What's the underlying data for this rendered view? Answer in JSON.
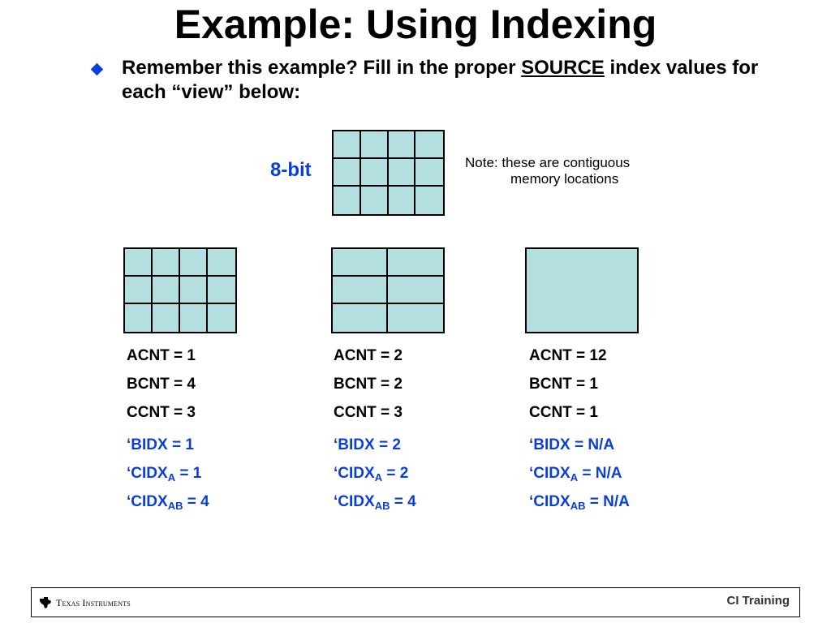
{
  "slide": {
    "title": "Example: Using Indexing",
    "bullet": {
      "before": "Remember this example? Fill in the proper ",
      "underlined": "SOURCE",
      "after": " index values for each “view” below:"
    }
  },
  "diagram": {
    "source_label": "8-bit",
    "note_line1": "Note: these are contiguous",
    "note_line2": "memory locations",
    "cell_color": "#b3dfe1"
  },
  "views": [
    {
      "acnt": "ACNT = 1",
      "bcnt": "BCNT = 4",
      "ccnt": "CCNT = 3",
      "bidx": "‘BIDX = 1",
      "cidxa_pre": "‘CIDX",
      "cidxa_sub": "A",
      "cidxa_val": " = 1",
      "cidxab_pre": "‘CIDX",
      "cidxab_sub": "AB",
      "cidxab_val": " = 4"
    },
    {
      "acnt": "ACNT = 2",
      "bcnt": "BCNT = 2",
      "ccnt": "CCNT = 3",
      "bidx": "‘BIDX = 2",
      "cidxa_pre": "‘CIDX",
      "cidxa_sub": "A",
      "cidxa_val": " = 2",
      "cidxab_pre": "‘CIDX",
      "cidxab_sub": "AB",
      "cidxab_val": " = 4"
    },
    {
      "acnt": "ACNT = 12",
      "bcnt": "BCNT = 1",
      "ccnt": "CCNT = 1",
      "bidx": "‘BIDX = N/A",
      "cidxa_pre": "‘CIDX",
      "cidxa_sub": "A",
      "cidxa_val": " = N/A",
      "cidxab_pre": "‘CIDX",
      "cidxab_sub": "AB",
      "cidxab_val": " = N/A"
    }
  ],
  "footer": {
    "company": "Texas Instruments",
    "right_label": "CI Training",
    "logo_icon": "texas-instruments-logo"
  },
  "colors": {
    "accent_blue": "#0a3fd8"
  }
}
